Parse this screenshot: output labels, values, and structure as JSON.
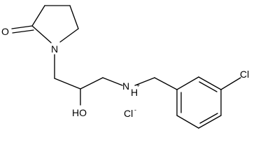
{
  "molecule": {
    "atoms": [
      {
        "id": "O1",
        "label": "O"
      },
      {
        "id": "N1",
        "label": "N"
      },
      {
        "id": "OH",
        "label": "HO"
      },
      {
        "id": "NH",
        "label": "N",
        "hydrogen": "H",
        "charge": "+"
      },
      {
        "id": "Cl",
        "label": "Cl"
      }
    ],
    "counterion": {
      "label": "Cl",
      "charge": "-"
    }
  }
}
